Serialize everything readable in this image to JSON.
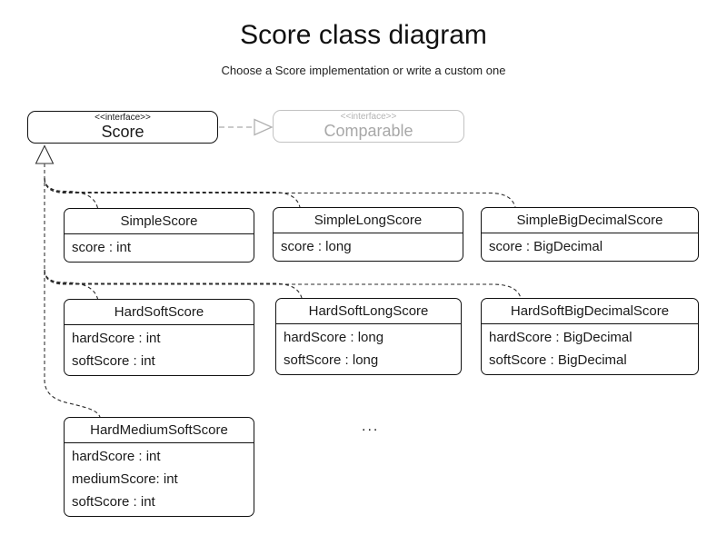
{
  "title": "Score class diagram",
  "subtitle": "Choose a Score implementation or write a custom one",
  "interfaces": {
    "score": {
      "stereotype": "<<interface>>",
      "name": "Score"
    },
    "comparable": {
      "stereotype": "<<interface>>",
      "name": "Comparable"
    }
  },
  "classes": [
    {
      "name": "SimpleScore",
      "attributes": [
        "score : int"
      ]
    },
    {
      "name": "SimpleLongScore",
      "attributes": [
        "score : long"
      ]
    },
    {
      "name": "SimpleBigDecimalScore",
      "attributes": [
        "score : BigDecimal"
      ]
    },
    {
      "name": "HardSoftScore",
      "attributes": [
        "hardScore : int",
        "softScore : int"
      ]
    },
    {
      "name": "HardSoftLongScore",
      "attributes": [
        "hardScore : long",
        "softScore : long"
      ]
    },
    {
      "name": "HardSoftBigDecimalScore",
      "attributes": [
        "hardScore : BigDecimal",
        "softScore : BigDecimal"
      ]
    },
    {
      "name": "HardMediumSoftScore",
      "attributes": [
        "hardScore : int",
        "mediumScore: int",
        "softScore : int"
      ]
    }
  ],
  "ellipsis": "...",
  "relations": {
    "realization": "classes implement Score",
    "extends": "Score extends Comparable"
  },
  "colors": {
    "line": "#2a2a2a",
    "muted_line": "#b8b8b8",
    "muted_text": "#a8a8a8",
    "background": "#ffffff"
  }
}
